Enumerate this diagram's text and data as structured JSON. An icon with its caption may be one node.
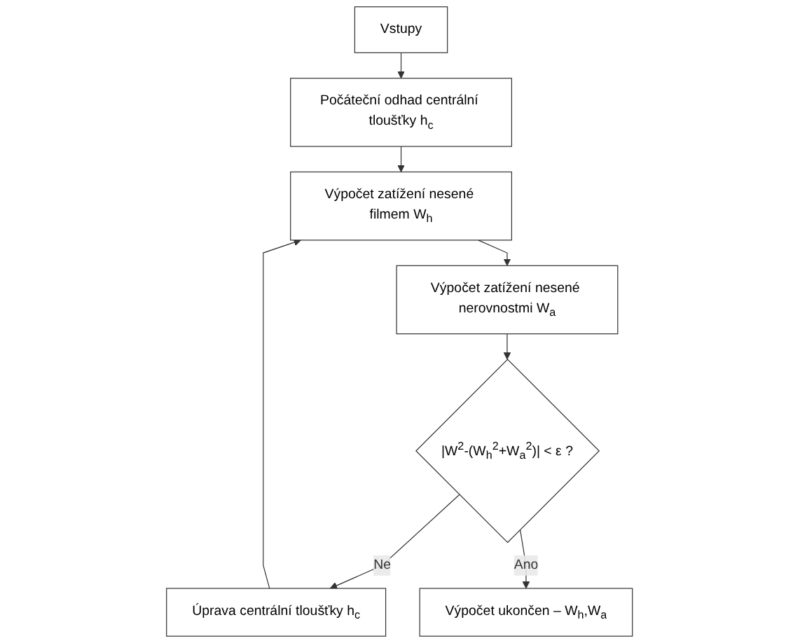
{
  "diagram": {
    "nodes": [
      {
        "text": [
          "Vstupy"
        ]
      },
      {
        "text": [
          "Počáteční odhad centrální tloušťky h$_{c}$"
        ]
      },
      {
        "text": [
          "Výpočet zatížení nesené filmem W$_{h}$"
        ]
      },
      {
        "text": [
          "Výpočet zatížení nesené nerovnostmi W$_{a}$"
        ]
      },
      {
        "text": [
          "|W$^{2}$-(W$_{h}$$^{2}$+W$_{a}$$^{2}$)|  < ε ?"
        ]
      },
      {
        "text": [
          "Úprava centrální tloušťky h$_{c}$"
        ]
      },
      {
        "text": [
          "Výpočet ukončen – W$_{h}$,W$_{a}$"
        ]
      }
    ],
    "edges": [
      {
        "from": 0,
        "to": 1,
        "arrow": "to"
      },
      {
        "from": 1,
        "to": 2,
        "arrow": "to"
      },
      {
        "from": 2,
        "to": 3,
        "arrow": "to"
      },
      {
        "from": 3,
        "to": 4,
        "arrow": "to"
      },
      {
        "from": 4,
        "to": 5,
        "arrow": "to",
        "label": "Ne"
      },
      {
        "from": 5,
        "to": 2,
        "arrow": "to"
      },
      {
        "from": 4,
        "to": 6,
        "arrow": "to",
        "label": "Ano"
      }
    ]
  }
}
